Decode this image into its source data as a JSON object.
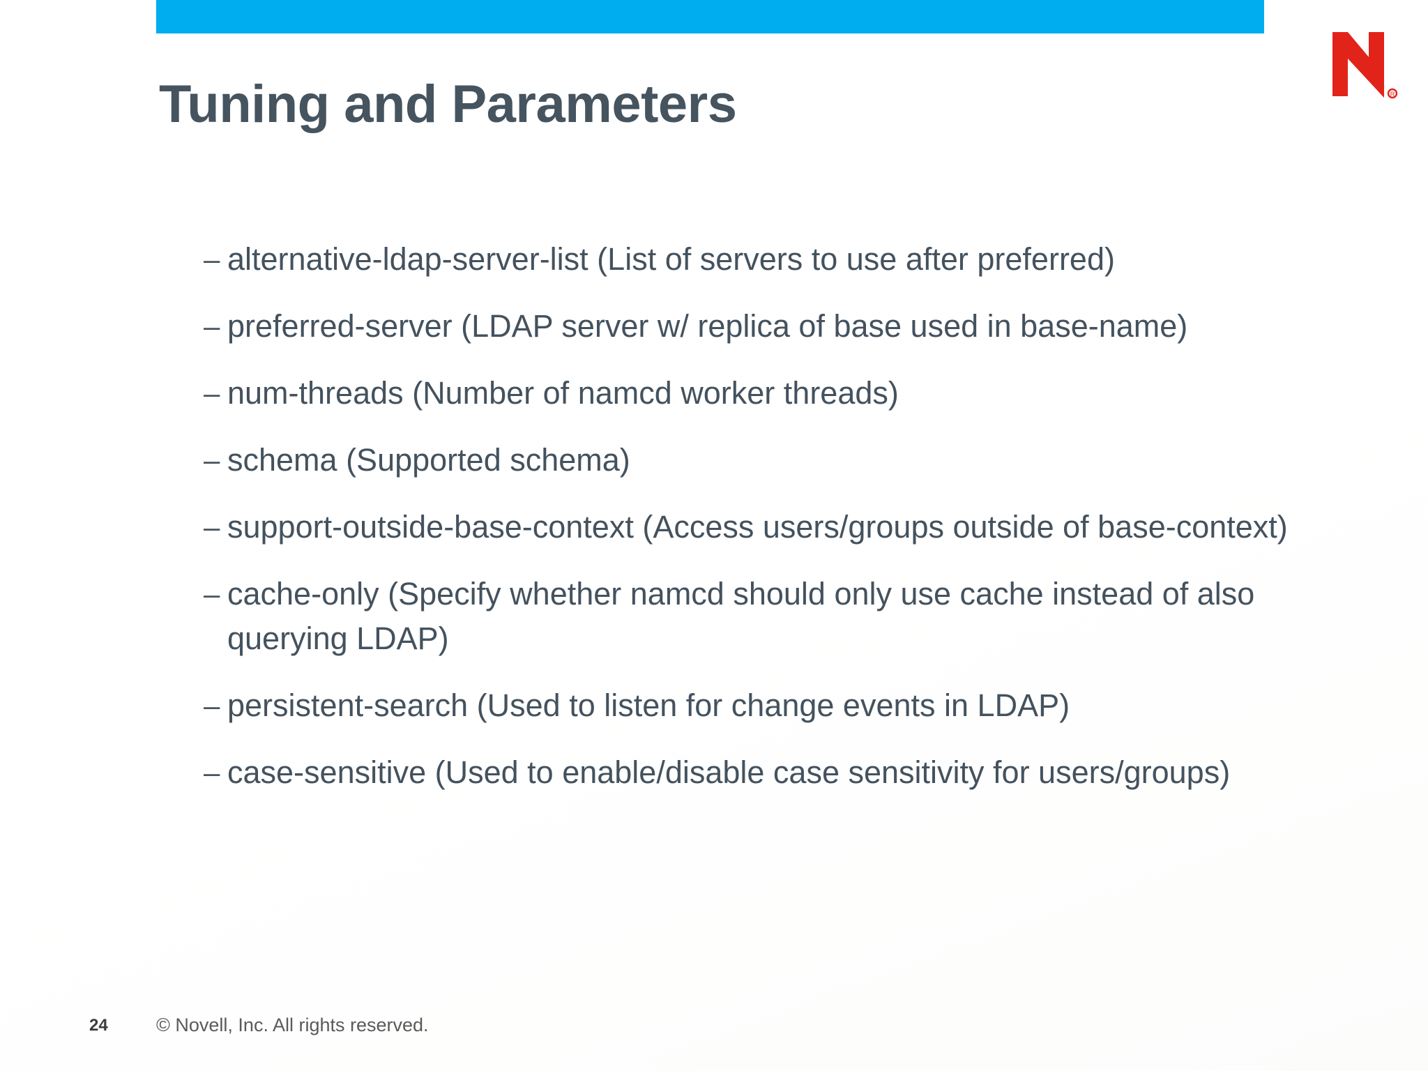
{
  "slide": {
    "title": "Tuning and Parameters",
    "accent_color": "#00ADEE",
    "title_color": "#46545F",
    "body_text_color": "#44525E",
    "logo_color": "#E2231A",
    "background_color": "#FFFFFF"
  },
  "logo": {
    "name": "novell-n-logo",
    "letter": "N",
    "trademark": "®"
  },
  "bullets": [
    {
      "marker": "–",
      "text": "alternative-ldap-server-list (List of servers to use after preferred)"
    },
    {
      "marker": "–",
      "text": "preferred-server (LDAP server w/ replica of base used in base-name)"
    },
    {
      "marker": "–",
      "text": "num-threads (Number of namcd worker threads)"
    },
    {
      "marker": "–",
      "text": "schema (Supported schema)"
    },
    {
      "marker": "–",
      "text": "support-outside-base-context (Access users/groups outside of base-context)"
    },
    {
      "marker": "–",
      "text": "cache-only (Specify whether namcd should only use cache instead of also querying LDAP)"
    },
    {
      "marker": "–",
      "text": "persistent-search (Used to listen for change events in LDAP)"
    },
    {
      "marker": "–",
      "text": "case-sensitive (Used to enable/disable case sensitivity for users/groups)"
    }
  ],
  "footer": {
    "page_number": "24",
    "copyright": "©  Novell, Inc.  All rights reserved."
  }
}
